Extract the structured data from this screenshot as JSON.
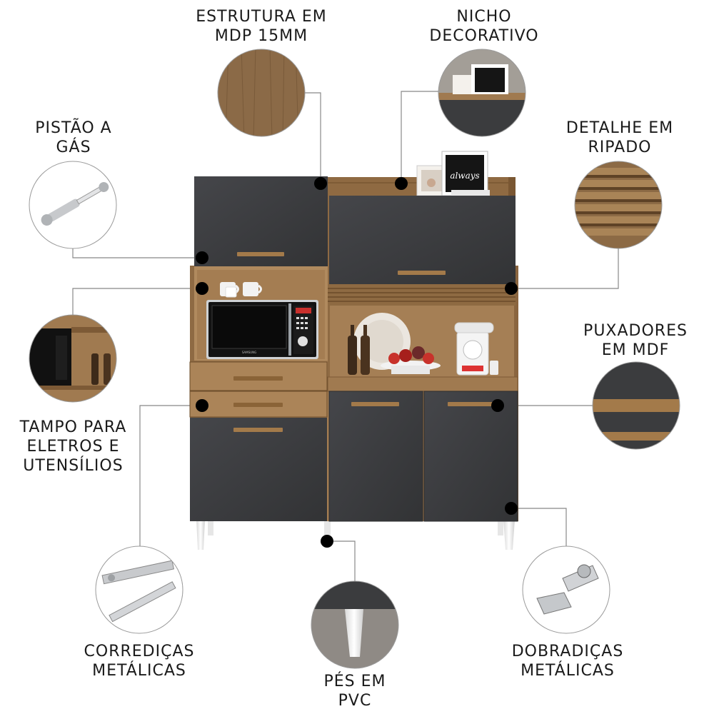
{
  "features": {
    "estrutura": {
      "lines": [
        "ESTRUTURA EM",
        "MDP 15MM"
      ]
    },
    "nicho": {
      "lines": [
        "NICHO",
        "DECORATIVO"
      ]
    },
    "pistao": {
      "lines": [
        "PISTÃO A",
        "GÁS"
      ]
    },
    "ripado": {
      "lines": [
        "DETALHE EM",
        "RIPADO"
      ]
    },
    "puxadores": {
      "lines": [
        "PUXADORES",
        "EM MDF"
      ]
    },
    "tampo": {
      "lines": [
        "TAMPO PARA",
        "ELETROS E",
        "UTENSÍLIOS"
      ]
    },
    "corredicas": {
      "lines": [
        "CORREDIÇAS",
        "METÁLICAS"
      ]
    },
    "pes": {
      "lines": [
        "PÉS  EM",
        "PVC"
      ]
    },
    "dobradicas": {
      "lines": [
        "DOBRADIÇAS",
        "METÁLICAS"
      ]
    }
  },
  "microwave": {
    "brand": "SAMSUNG"
  },
  "decor_frame": {
    "text": "always"
  },
  "colors": {
    "graphite": "#3b3c3e",
    "wood": "#a07a50",
    "wood_dark": "#7d5a36",
    "handle": "#a37a4a",
    "line": "#777777"
  }
}
